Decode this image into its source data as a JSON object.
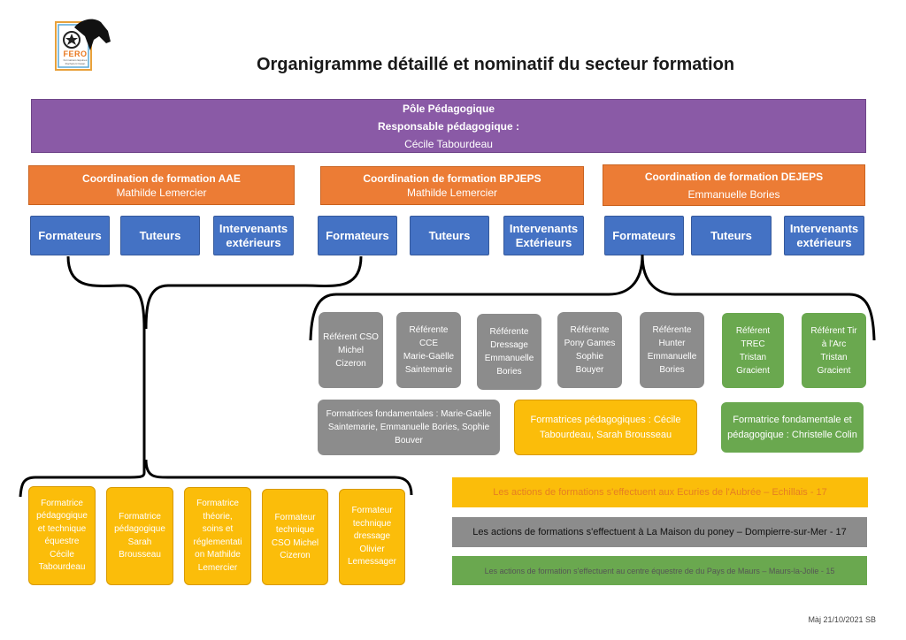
{
  "logo": {
    "name": "FERO",
    "subtitle": "Formations Equines Rochefort Océan"
  },
  "title": "Organigramme détaillé et nominatif du secteur formation",
  "pole": {
    "title": "Pôle Pédagogique",
    "role": "Responsable pédagogique :",
    "name": "Cécile Tabourdeau"
  },
  "coordinations": [
    {
      "title": "Coordination de formation AAE",
      "name": "Mathilde Lemercier"
    },
    {
      "title": "Coordination de formation BPJEPS",
      "name": "Mathilde Lemercier"
    },
    {
      "title": "Coordination de formation DEJEPS",
      "name": "Emmanuelle Bories"
    }
  ],
  "roles": [
    {
      "formateurs": "Formateurs",
      "tuteurs": "Tuteurs",
      "intervenants_1": "Intervenants",
      "intervenants_2": "extérieurs"
    },
    {
      "formateurs": "Formateurs",
      "tuteurs": "Tuteurs",
      "intervenants_1": "Intervenants",
      "intervenants_2": "Extérieurs"
    },
    {
      "formateurs": "Formateurs",
      "tuteurs": "Tuteurs",
      "intervenants_1": "Intervenants",
      "intervenants_2": "extérieurs"
    }
  ],
  "referents": [
    {
      "lines": [
        "Référent CSO",
        "Michel",
        "Cizeron"
      ],
      "color": "grey"
    },
    {
      "lines": [
        "Référente",
        "CCE",
        "Marie-Gaëlle",
        "Saintemarie"
      ],
      "color": "grey"
    },
    {
      "lines": [
        "Référente",
        "Dressage",
        "Emmanuelle",
        "Bories"
      ],
      "color": "grey"
    },
    {
      "lines": [
        "Référente",
        "Pony Games",
        "Sophie",
        "Bouyer"
      ],
      "color": "grey"
    },
    {
      "lines": [
        "Référente",
        "Hunter",
        "Emmanuelle",
        "Bories"
      ],
      "color": "grey"
    },
    {
      "lines": [
        "Référent",
        "TREC",
        "Tristan",
        "Gracient"
      ],
      "color": "green"
    },
    {
      "lines": [
        "Référent Tir",
        "à l'Arc",
        "Tristan",
        "Gracient"
      ],
      "color": "green"
    }
  ],
  "groups": [
    {
      "lines": [
        "Formatrices fondamentales : Marie-Gaëlle",
        "Saintemarie, Emmanuelle Bories, Sophie",
        "Bouver"
      ]
    },
    {
      "lines": [
        "Formatrices pédagogiques : Cécile",
        "Tabourdeau, Sarah Brousseau"
      ]
    },
    {
      "lines": [
        "Formatrice fondamentale et",
        "pédagogique : Christelle Colin"
      ]
    }
  ],
  "aae_trainers": [
    {
      "lines": [
        "Formatrice",
        "pédagogique",
        "et technique",
        "équestre",
        "Cécile",
        "Tabourdeau"
      ]
    },
    {
      "lines": [
        "Formatrice",
        "pédagogique",
        "Sarah",
        "Brousseau"
      ]
    },
    {
      "lines": [
        "Formatrice",
        "théorie,",
        "soins et",
        "réglementati",
        "on Mathilde",
        "Lemercier"
      ]
    },
    {
      "lines": [
        "Formateur",
        "technique",
        "CSO Michel",
        "Cizeron"
      ]
    },
    {
      "lines": [
        "Formateur",
        "technique",
        "dressage",
        "Olivier",
        "Lemessager"
      ]
    }
  ],
  "locations": [
    {
      "text": "Les actions de formations s'effectuent aux Ecuries de l'Aubrée – Echillais - 17",
      "color": "#fbbd0a"
    },
    {
      "text": "Les actions de formations s'effectuent à La Maison du poney – Dompierre-sur-Mer - 17",
      "color": "#8c8c8c"
    },
    {
      "text": "Les actions de formation s'effectuent au centre équestre de du Pays de Maurs – Maurs-la-Jolie - 15",
      "color": "#6aa84f"
    }
  ],
  "footer": "Màj 21/10/2021 SB",
  "colors": {
    "purple": "#8a5aa6",
    "orange": "#ec7c35",
    "blue": "#4472c4",
    "grey": "#8c8c8c",
    "green": "#6aa84f",
    "yellow": "#fbbd0a"
  }
}
